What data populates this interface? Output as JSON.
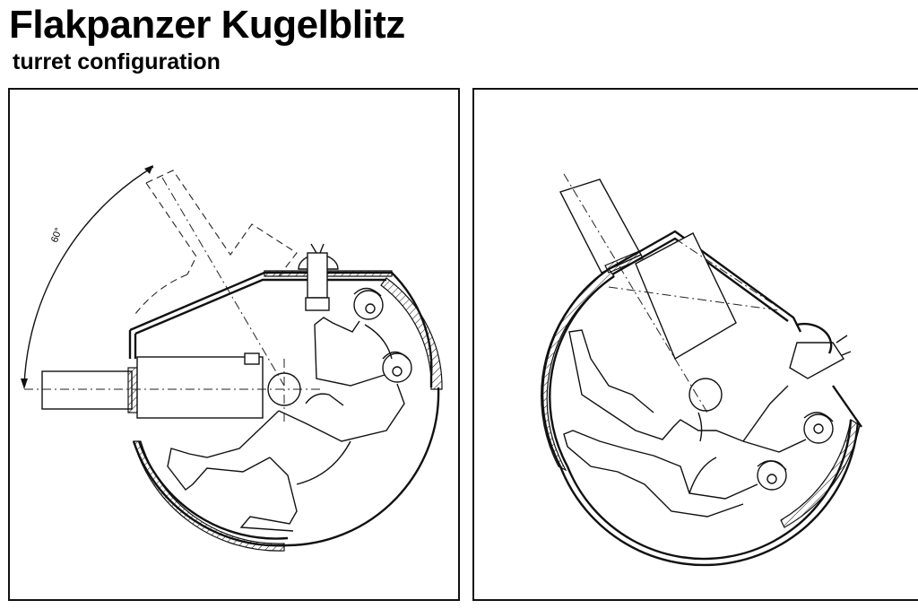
{
  "header": {
    "title": "Flakpanzer Kugelblitz",
    "subtitle": "turret configuration"
  },
  "diagram_left": {
    "angle_label": "60°"
  },
  "colors": {
    "line": "#111111",
    "background": "#ffffff"
  }
}
